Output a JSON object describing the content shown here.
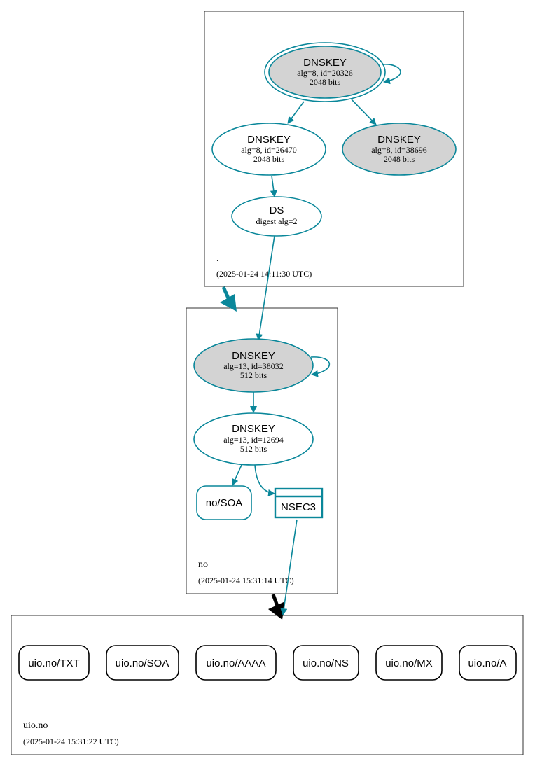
{
  "colors": {
    "edge": "#0a879a",
    "secure_delegation": "#0a879a",
    "insecure_delegation": "#000000",
    "zone_border": "#333333",
    "ksk_fill": "#d3d3d3",
    "node_fill": "#ffffff",
    "rrset_border": "#000000",
    "nsec_border": "#0a879a"
  },
  "zones": {
    "root": {
      "name": ".",
      "timestamp": "(2025-01-24 14:11:30 UTC)"
    },
    "no": {
      "name": "no",
      "timestamp": "(2025-01-24 15:31:14 UTC)"
    },
    "uio": {
      "name": "uio.no",
      "timestamp": "(2025-01-24 15:31:22 UTC)"
    }
  },
  "nodes": {
    "root_ksk": {
      "title": "DNSKEY",
      "line1": "alg=8, id=20326",
      "line2": "2048 bits"
    },
    "root_zsk1": {
      "title": "DNSKEY",
      "line1": "alg=8, id=26470",
      "line2": "2048 bits"
    },
    "root_zsk2": {
      "title": "DNSKEY",
      "line1": "alg=8, id=38696",
      "line2": "2048 bits"
    },
    "no_ds": {
      "title": "DS",
      "line1": "digest alg=2"
    },
    "no_ksk": {
      "title": "DNSKEY",
      "line1": "alg=13, id=38032",
      "line2": "512 bits"
    },
    "no_zsk": {
      "title": "DNSKEY",
      "line1": "alg=13, id=12694",
      "line2": "512 bits"
    },
    "no_soa": {
      "label": "no/SOA"
    },
    "nsec3": {
      "label": "NSEC3"
    }
  },
  "rrsets": [
    "uio.no/TXT",
    "uio.no/SOA",
    "uio.no/AAAA",
    "uio.no/NS",
    "uio.no/MX",
    "uio.no/A"
  ]
}
